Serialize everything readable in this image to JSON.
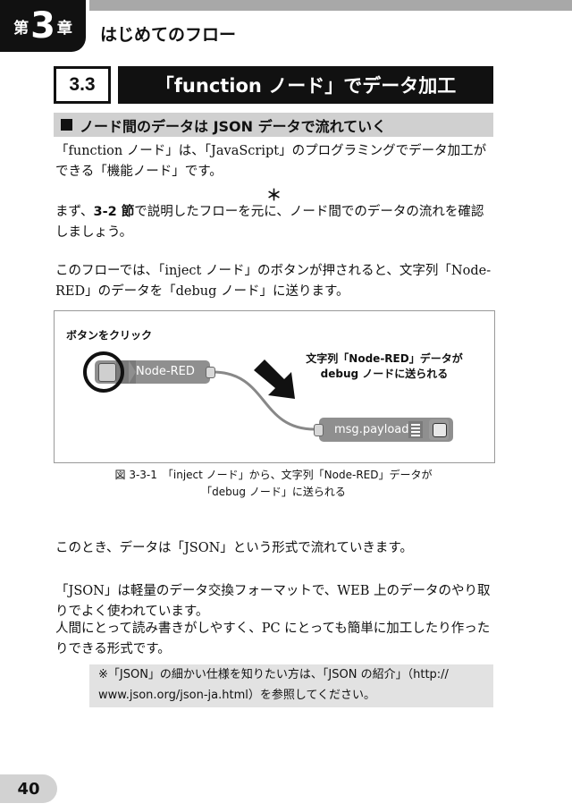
{
  "header": {
    "chapter_prefix": "第",
    "chapter_number": "3",
    "chapter_suffix": "章",
    "chapter_title": "はじめてのフロー"
  },
  "section": {
    "number": "3.3",
    "title": "「function ノード」でデータ加工"
  },
  "subheading": "ノード間のデータは JSON データで流れていく",
  "paragraphs": {
    "p1": "「function ノード」は、「JavaScript」のプログラミングでデータ加工ができる「機能ノード」です。",
    "asterisk": "＊",
    "p2_pre": "まず、",
    "p2_ref": "3-2 節",
    "p2_post": "で説明したフローを元に、ノード間でのデータの流れを確認しましょう。",
    "p3": "このフローでは、「inject ノード」のボタンが押されると、文字列「Node-RED」のデータを「debug ノード」に送ります。",
    "p4": "このとき、データは「JSON」という形式で流れていきます。",
    "p5": "「JSON」は軽量のデータ交換フォーマットで、WEB 上のデータのやり取りでよく使われています。",
    "p6": "人間にとって読み書きがしやすく、PC にとっても簡単に加工したり作ったりできる形式です。"
  },
  "figure": {
    "label_click": "ボタンをクリック",
    "label_out_line1": "文字列「Node-RED」データが",
    "label_out_line2": "debug ノードに送られる",
    "inject_node_label": "Node-RED",
    "debug_node_label": "msg.payload",
    "caption_line1": "図 3-3-1　「inject ノード」から、文字列「Node-RED」データが",
    "caption_line2": "「debug ノード」に送られる"
  },
  "note": {
    "line1": "※「JSON」の細かい仕様を知りたい方は、「JSON の紹介」（http://",
    "line2": "www.json.org/json-ja.html）を参照してください。"
  },
  "page_number": "40"
}
